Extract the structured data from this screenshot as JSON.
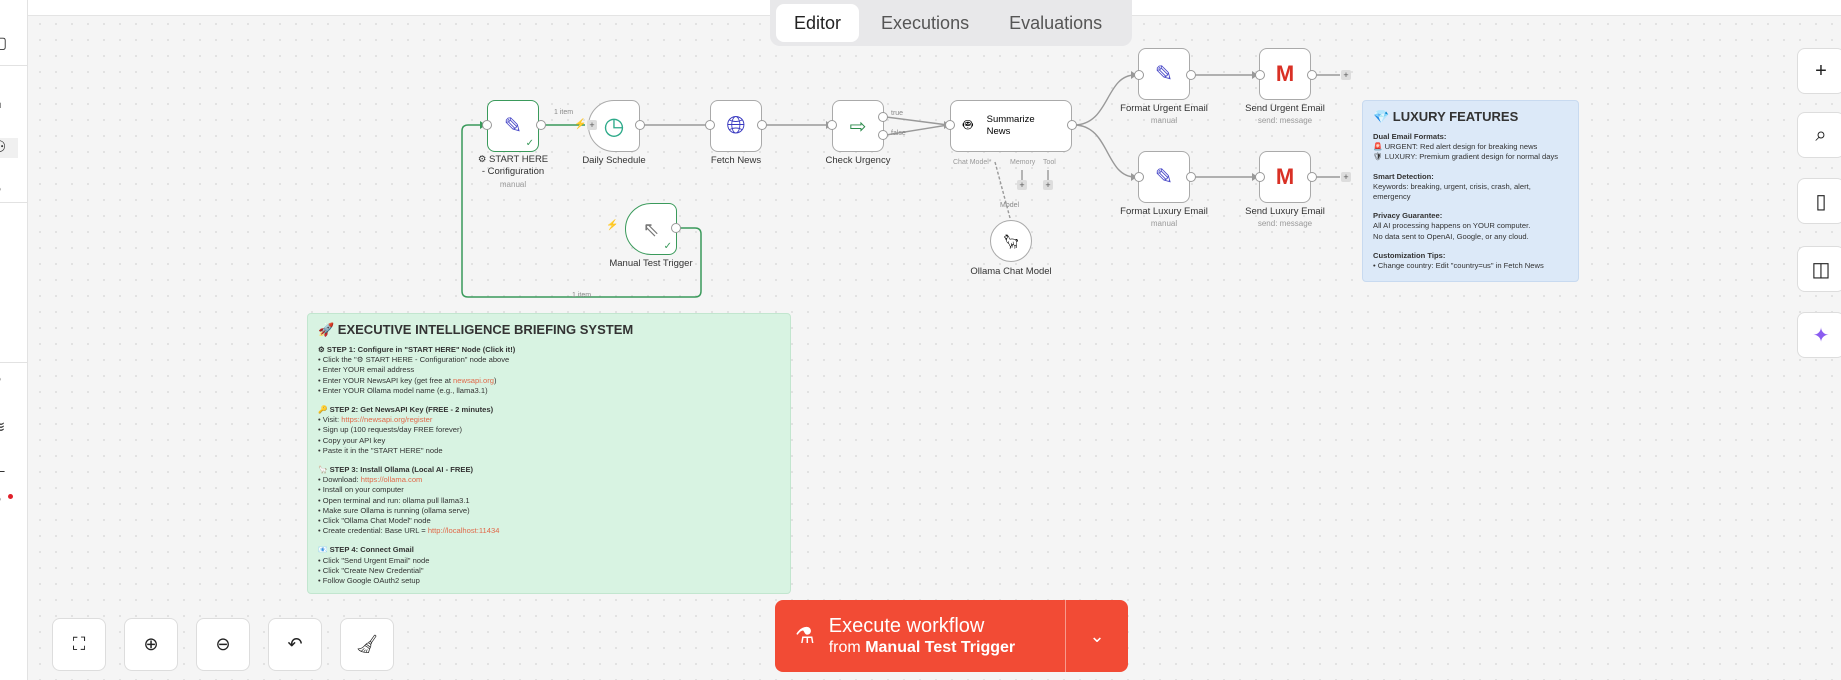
{
  "tabs": [
    "Editor",
    "Executions",
    "Evaluations"
  ],
  "active_tab": "Editor",
  "nodes": {
    "start": {
      "label": "⚙ START HERE - Configuration",
      "sub": "manual"
    },
    "schedule": {
      "label": "Daily Schedule"
    },
    "fetch": {
      "label": "Fetch News"
    },
    "check": {
      "label": "Check Urgency",
      "true": "true",
      "false": "false"
    },
    "summarize": {
      "label": "Summarize News",
      "ports": [
        "Chat Model*",
        "Memory",
        "Tool"
      ]
    },
    "ollama": {
      "label": "Ollama Chat Model",
      "port": "Model"
    },
    "manual": {
      "label": "Manual Test Trigger"
    },
    "format_urgent": {
      "label": "Format Urgent Email",
      "sub": "manual"
    },
    "send_urgent": {
      "label": "Send Urgent Email",
      "sub": "send: message"
    },
    "format_luxury": {
      "label": "Format Luxury Email",
      "sub": "manual"
    },
    "send_luxury": {
      "label": "Send Luxury Email",
      "sub": "send: message"
    }
  },
  "edges": {
    "item1": "1 item",
    "item2": "1 item"
  },
  "green_note": {
    "title": "🚀 EXECUTIVE INTELLIGENCE BRIEFING SYSTEM",
    "s1": "⚙ STEP 1: Configure in \"START HERE\" Node (Click it!)",
    "s1_items": [
      "• Click the \"⚙ START HERE - Configuration\" node above",
      "• Enter YOUR email address",
      "• Enter YOUR NewsAPI key (get free at ",
      "newsapi.org",
      ")",
      "• Enter YOUR Ollama model name (e.g., llama3.1)"
    ],
    "s2": "🔑 STEP 2: Get NewsAPI Key (FREE - 2 minutes)",
    "s2_items": [
      "• Visit: ",
      "https://newsapi.org/register",
      "• Sign up (100 requests/day FREE forever)",
      "• Copy your API key",
      "• Paste it in the \"START HERE\" node"
    ],
    "s3": "🦙 STEP 3: Install Ollama (Local AI - FREE)",
    "s3_items": [
      "• Download: ",
      "https://ollama.com",
      "• Install on your computer",
      "• Open terminal and run: ollama pull llama3.1",
      "• Make sure Ollama is running (ollama serve)",
      "• Click \"Ollama Chat Model\" node",
      "• Create credential: Base URL = ",
      "http://localhost:11434"
    ],
    "s4": "📧 STEP 4: Connect Gmail",
    "s4_items": [
      "• Click \"Send Urgent Email\" node",
      "• Click \"Create New Credential\"",
      "• Follow Google OAuth2 setup"
    ]
  },
  "blue_note": {
    "title": "💎 LUXURY FEATURES",
    "h1": "Dual Email Formats:",
    "l1": "🚨 URGENT: Red alert design for breaking news",
    "l2": "🛡 LUXURY: Premium gradient design for normal days",
    "h2": "Smart Detection:",
    "l3": "Keywords: breaking, urgent, crisis, crash, alert, emergency",
    "h3": "Privacy Guarantee:",
    "l4": "All AI processing happens on YOUR computer.",
    "l5": "No data sent to OpenAI, Google, or any cloud.",
    "h4": "Customization Tips:",
    "l6": "• Change country: Edit \"country=us\" in Fetch News"
  },
  "execute": {
    "title": "Execute workflow",
    "from": "from",
    "trigger": "Manual Test Trigger"
  },
  "colors": {
    "accent": "#f24b35",
    "green_note": "#d8f3e2",
    "blue_note": "#dce9f8",
    "success": "#3a9a5b"
  }
}
